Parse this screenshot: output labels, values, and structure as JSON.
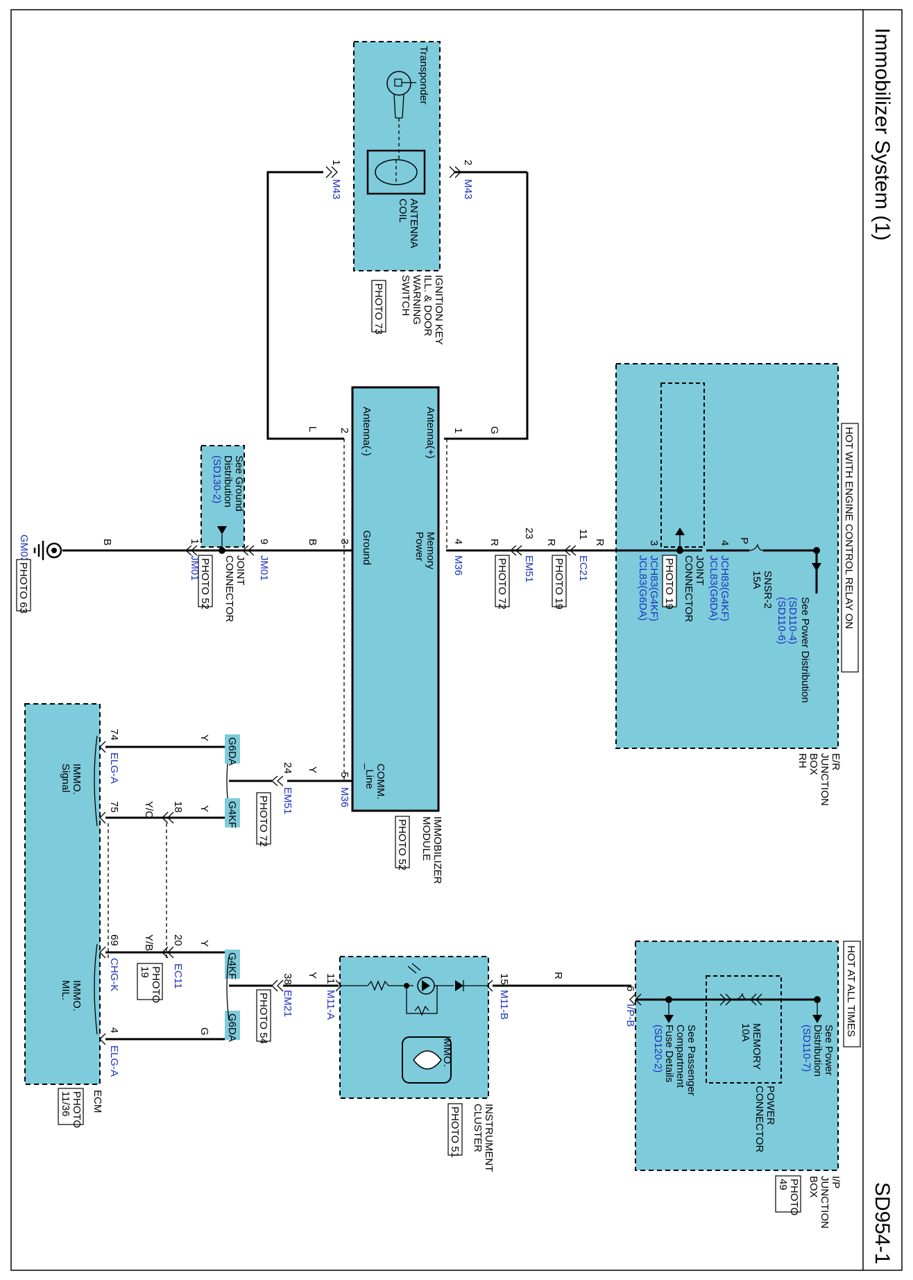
{
  "title": "Immobilizer System (1)",
  "page_code": "SD954-1",
  "headers": {
    "hot_relay": "HOT WITH ENGINE CONTROL RELAY ON",
    "hot_always": "HOT AT ALL TIMES"
  },
  "er_box": {
    "name": [
      "E/R",
      "JUNCTION",
      "BOX",
      "RH"
    ],
    "power_dist": "See Power Distribution",
    "refs": [
      "(SD110-4)",
      "(SD110-6)"
    ],
    "fuse": "SNSR-2",
    "fuse_amp": "15A",
    "joint_connector": [
      "JOINT",
      "CONNECTOR"
    ],
    "photo": "PHOTO 19",
    "conn_top": [
      "JCH83(G4KF)",
      "JCL83(G6DA)"
    ],
    "conn_bottom": [
      "JCH83(G4KF)",
      "JCL83(G6DA)"
    ],
    "pin_top": "4",
    "pin_bottom": "3"
  },
  "ip_box": {
    "name": [
      "I/P",
      "JUNCTION",
      "BOX"
    ],
    "photo": [
      "PHOTO",
      "49"
    ],
    "power_dist": [
      "See Power",
      "Distribution"
    ],
    "power_ref": "(SD110-7)",
    "fuse": "MEMORY",
    "fuse_amp": "10A",
    "power_conn": [
      "POWER",
      "CONNECTOR"
    ],
    "pass_fuse": [
      "See Passenger",
      "Compartment",
      "Fuse Details"
    ],
    "pass_ref": "(SD120-2)",
    "conn": "I/P-B",
    "pin": "6"
  },
  "ignition_switch": {
    "name": [
      "IGNITION KEY",
      "ILL. & DOOR",
      "WARNING",
      "SWITCH"
    ],
    "photo": "PHOTO 73",
    "transponder": "Transponder",
    "coil": [
      "ANTENNA",
      "COIL"
    ],
    "conn": "M43",
    "pin1": "1",
    "pin2": "2"
  },
  "immobilizer_module": {
    "name": [
      "IMMOBILIZER",
      "MODULE"
    ],
    "photo": "PHOTO 52",
    "antenna_plus": "Antenna(+)",
    "antenna_minus": "Antenna(-)",
    "memory_power": [
      "Memory",
      "Power"
    ],
    "ground": "Ground",
    "comm": [
      "COMM.",
      "_Line"
    ],
    "conn": "M36",
    "pins": [
      "1",
      "2",
      "3",
      "4",
      "5"
    ]
  },
  "joint_gnd": {
    "name": [
      "JOINT",
      "CONNECTOR"
    ],
    "photo": "PHOTO 52",
    "see": [
      "See Ground",
      "Distribution"
    ],
    "ref": "(SD130-2)",
    "conn": "JM01",
    "pin_a": "9",
    "pin_b": "1"
  },
  "ground": {
    "id": "GM03",
    "photo": "PHOTO 63"
  },
  "instrument_cluster": {
    "name": [
      "INSTRUMENT",
      "CLUSTER"
    ],
    "photo": "PHOTO 51",
    "immo": "IMMO.",
    "conn_a": "M11-A",
    "conn_b": "M11-B",
    "pin_a": "11",
    "pin_b": "15"
  },
  "ecm": {
    "name": "ECM",
    "photo": [
      "PHOTO",
      "11/36"
    ],
    "signal": [
      "IMMO.",
      "Signal"
    ],
    "mil": [
      "IMMO.",
      "MIL."
    ],
    "pins": [
      "74",
      "75",
      "69",
      "4"
    ],
    "conns": [
      "ELG-A",
      "CHG-K",
      "ELG-A"
    ]
  },
  "connectors": {
    "ec21": "EC21",
    "ec21_pin": "11",
    "ec21_photo": "PHOTO 19",
    "em51": "EM51",
    "em51_pin": "23",
    "em51_photo": "PHOTO 72",
    "em51b_pin": "24",
    "em51b_photo": "PHOTO 72",
    "ec11": "EC11",
    "ec11_pin_a": "18",
    "ec11_pin_b": "20",
    "ec11_photo": [
      "PHOTO",
      "19"
    ],
    "em21": "EM21",
    "em21_pin": "38",
    "em21_photo": "PHOTO 54"
  },
  "variants": {
    "g6da": "G6DA",
    "g4kf": "G4KF"
  },
  "wire_colors": {
    "g": "G",
    "l": "L",
    "r": "R",
    "p": "P",
    "b": "B",
    "y": "Y",
    "yo": "Y/O",
    "yb": "Y/B"
  },
  "colors": {
    "component_fill": "#7ecbdc",
    "link_text": "#1a2fbf"
  }
}
